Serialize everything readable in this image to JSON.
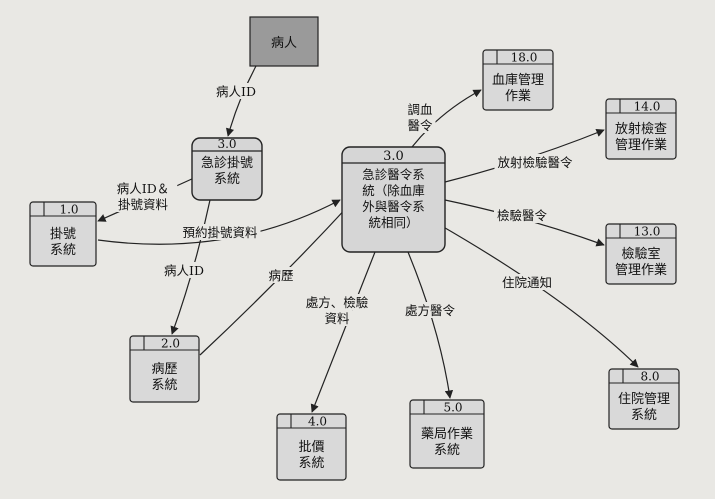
{
  "entity": {
    "label": "病人"
  },
  "processes": [
    {
      "id": "3.0",
      "lines": [
        "急診掛號",
        "系統"
      ]
    },
    {
      "id": "3.0",
      "lines": [
        "急診醫令系",
        "統（除血庫",
        "外與醫令系",
        "統相同）"
      ]
    }
  ],
  "stores": [
    {
      "id": "18.0",
      "lines": [
        "血庫管理",
        "作業"
      ]
    },
    {
      "id": "14.0",
      "lines": [
        "放射檢查",
        "管理作業"
      ]
    },
    {
      "id": "13.0",
      "lines": [
        "檢驗室",
        "管理作業"
      ]
    },
    {
      "id": "8.0",
      "lines": [
        "住院管理",
        "系統"
      ]
    },
    {
      "id": "1.0",
      "lines": [
        "掛號",
        "系統"
      ]
    },
    {
      "id": "2.0",
      "lines": [
        "病歷",
        "系統"
      ]
    },
    {
      "id": "4.0",
      "lines": [
        "批價",
        "系統"
      ]
    },
    {
      "id": "5.0",
      "lines": [
        "藥局作業",
        "系統"
      ]
    }
  ],
  "flows": [
    {
      "lines": [
        "病人ID"
      ]
    },
    {
      "lines": [
        "病人ID＆",
        "掛號資料"
      ]
    },
    {
      "lines": [
        "預約掛號資料"
      ]
    },
    {
      "lines": [
        "病人ID"
      ]
    },
    {
      "lines": [
        "病歷"
      ]
    },
    {
      "lines": [
        "調血",
        "醫令"
      ]
    },
    {
      "lines": [
        "放射檢驗醫令"
      ]
    },
    {
      "lines": [
        "檢驗醫令"
      ]
    },
    {
      "lines": [
        "住院通知"
      ]
    },
    {
      "lines": [
        "處方、檢驗",
        "資料"
      ]
    },
    {
      "lines": [
        "處方醫令"
      ]
    }
  ]
}
